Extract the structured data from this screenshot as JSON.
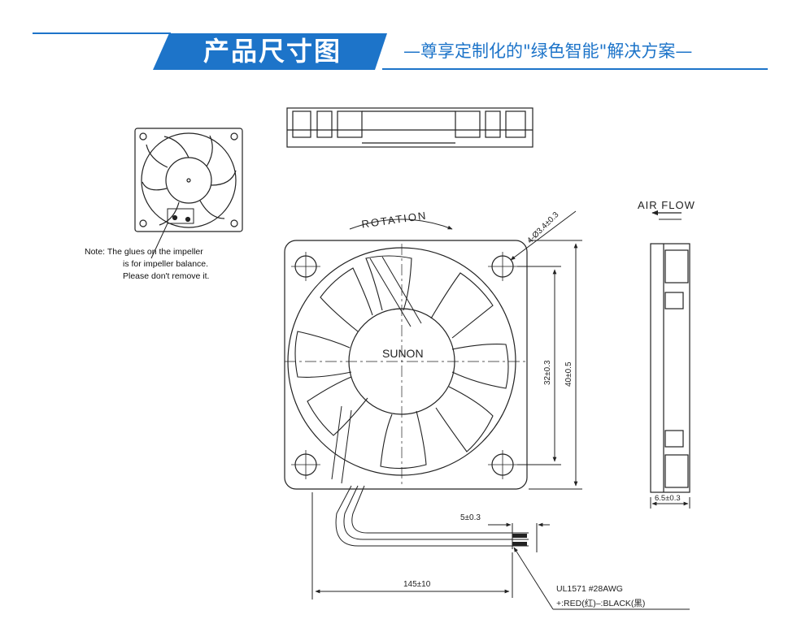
{
  "header": {
    "title": "产品尺寸图",
    "subtitle": "—尊享定制化的\"绿色智能\"解决方案—",
    "accent_color": "#1d74c9"
  },
  "note": {
    "prefix": "Note:",
    "line1": "The glues on the impeller",
    "line2": "is for impeller balance.",
    "line3": "Please don't remove it."
  },
  "labels": {
    "rotation": "ROTATION",
    "air_flow": "AIR FLOW",
    "brand": "SUNON",
    "hole_spec": "4-Ø3.4±0.3",
    "hole_spacing": "32±0.3",
    "frame_size": "40±0.5",
    "thickness": "6.5±0.3",
    "lead_strip": "5±0.3",
    "lead_length": "145±10",
    "wire_spec": "UL1571  #28AWG",
    "wire_colors": "+:RED(红)–:BLACK(黑)"
  }
}
